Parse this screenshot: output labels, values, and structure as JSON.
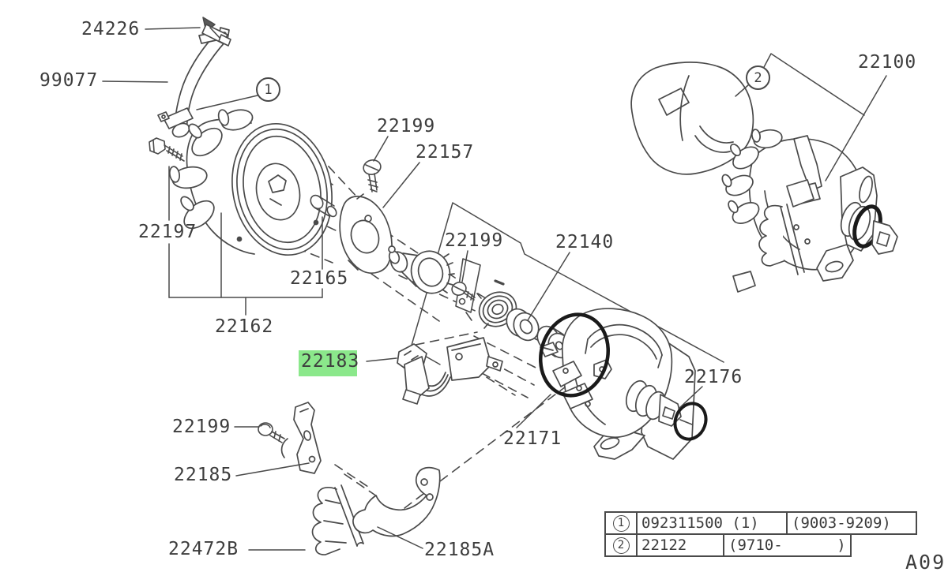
{
  "colors": {
    "highlight": "#8BE88B",
    "line": "#4a4a4a",
    "oring": "#1a1a1a",
    "text": "#3d3d3d"
  },
  "labels": {
    "p24226": "24226",
    "p99077": "99077",
    "p22199_top": "22199",
    "p22157": "22157",
    "p22197": "22197",
    "p22165": "22165",
    "p22162": "22162",
    "p22199_mid": "22199",
    "p22140": "22140",
    "p22183": "22183",
    "p22171": "22171",
    "p22176": "22176",
    "p22100": "22100",
    "p22199_bottom": "22199",
    "p22185": "22185",
    "p22472b": "22472B",
    "p22185a": "22185A"
  },
  "callouts": {
    "c1": "1",
    "c2": "2"
  },
  "table": {
    "rows": [
      {
        "ref": "1",
        "part": "092311500 (1)",
        "range": "(9003-9209)"
      },
      {
        "ref": "2",
        "part": "22122",
        "range": "(9710-      )"
      }
    ]
  },
  "sheet_code": "A09"
}
